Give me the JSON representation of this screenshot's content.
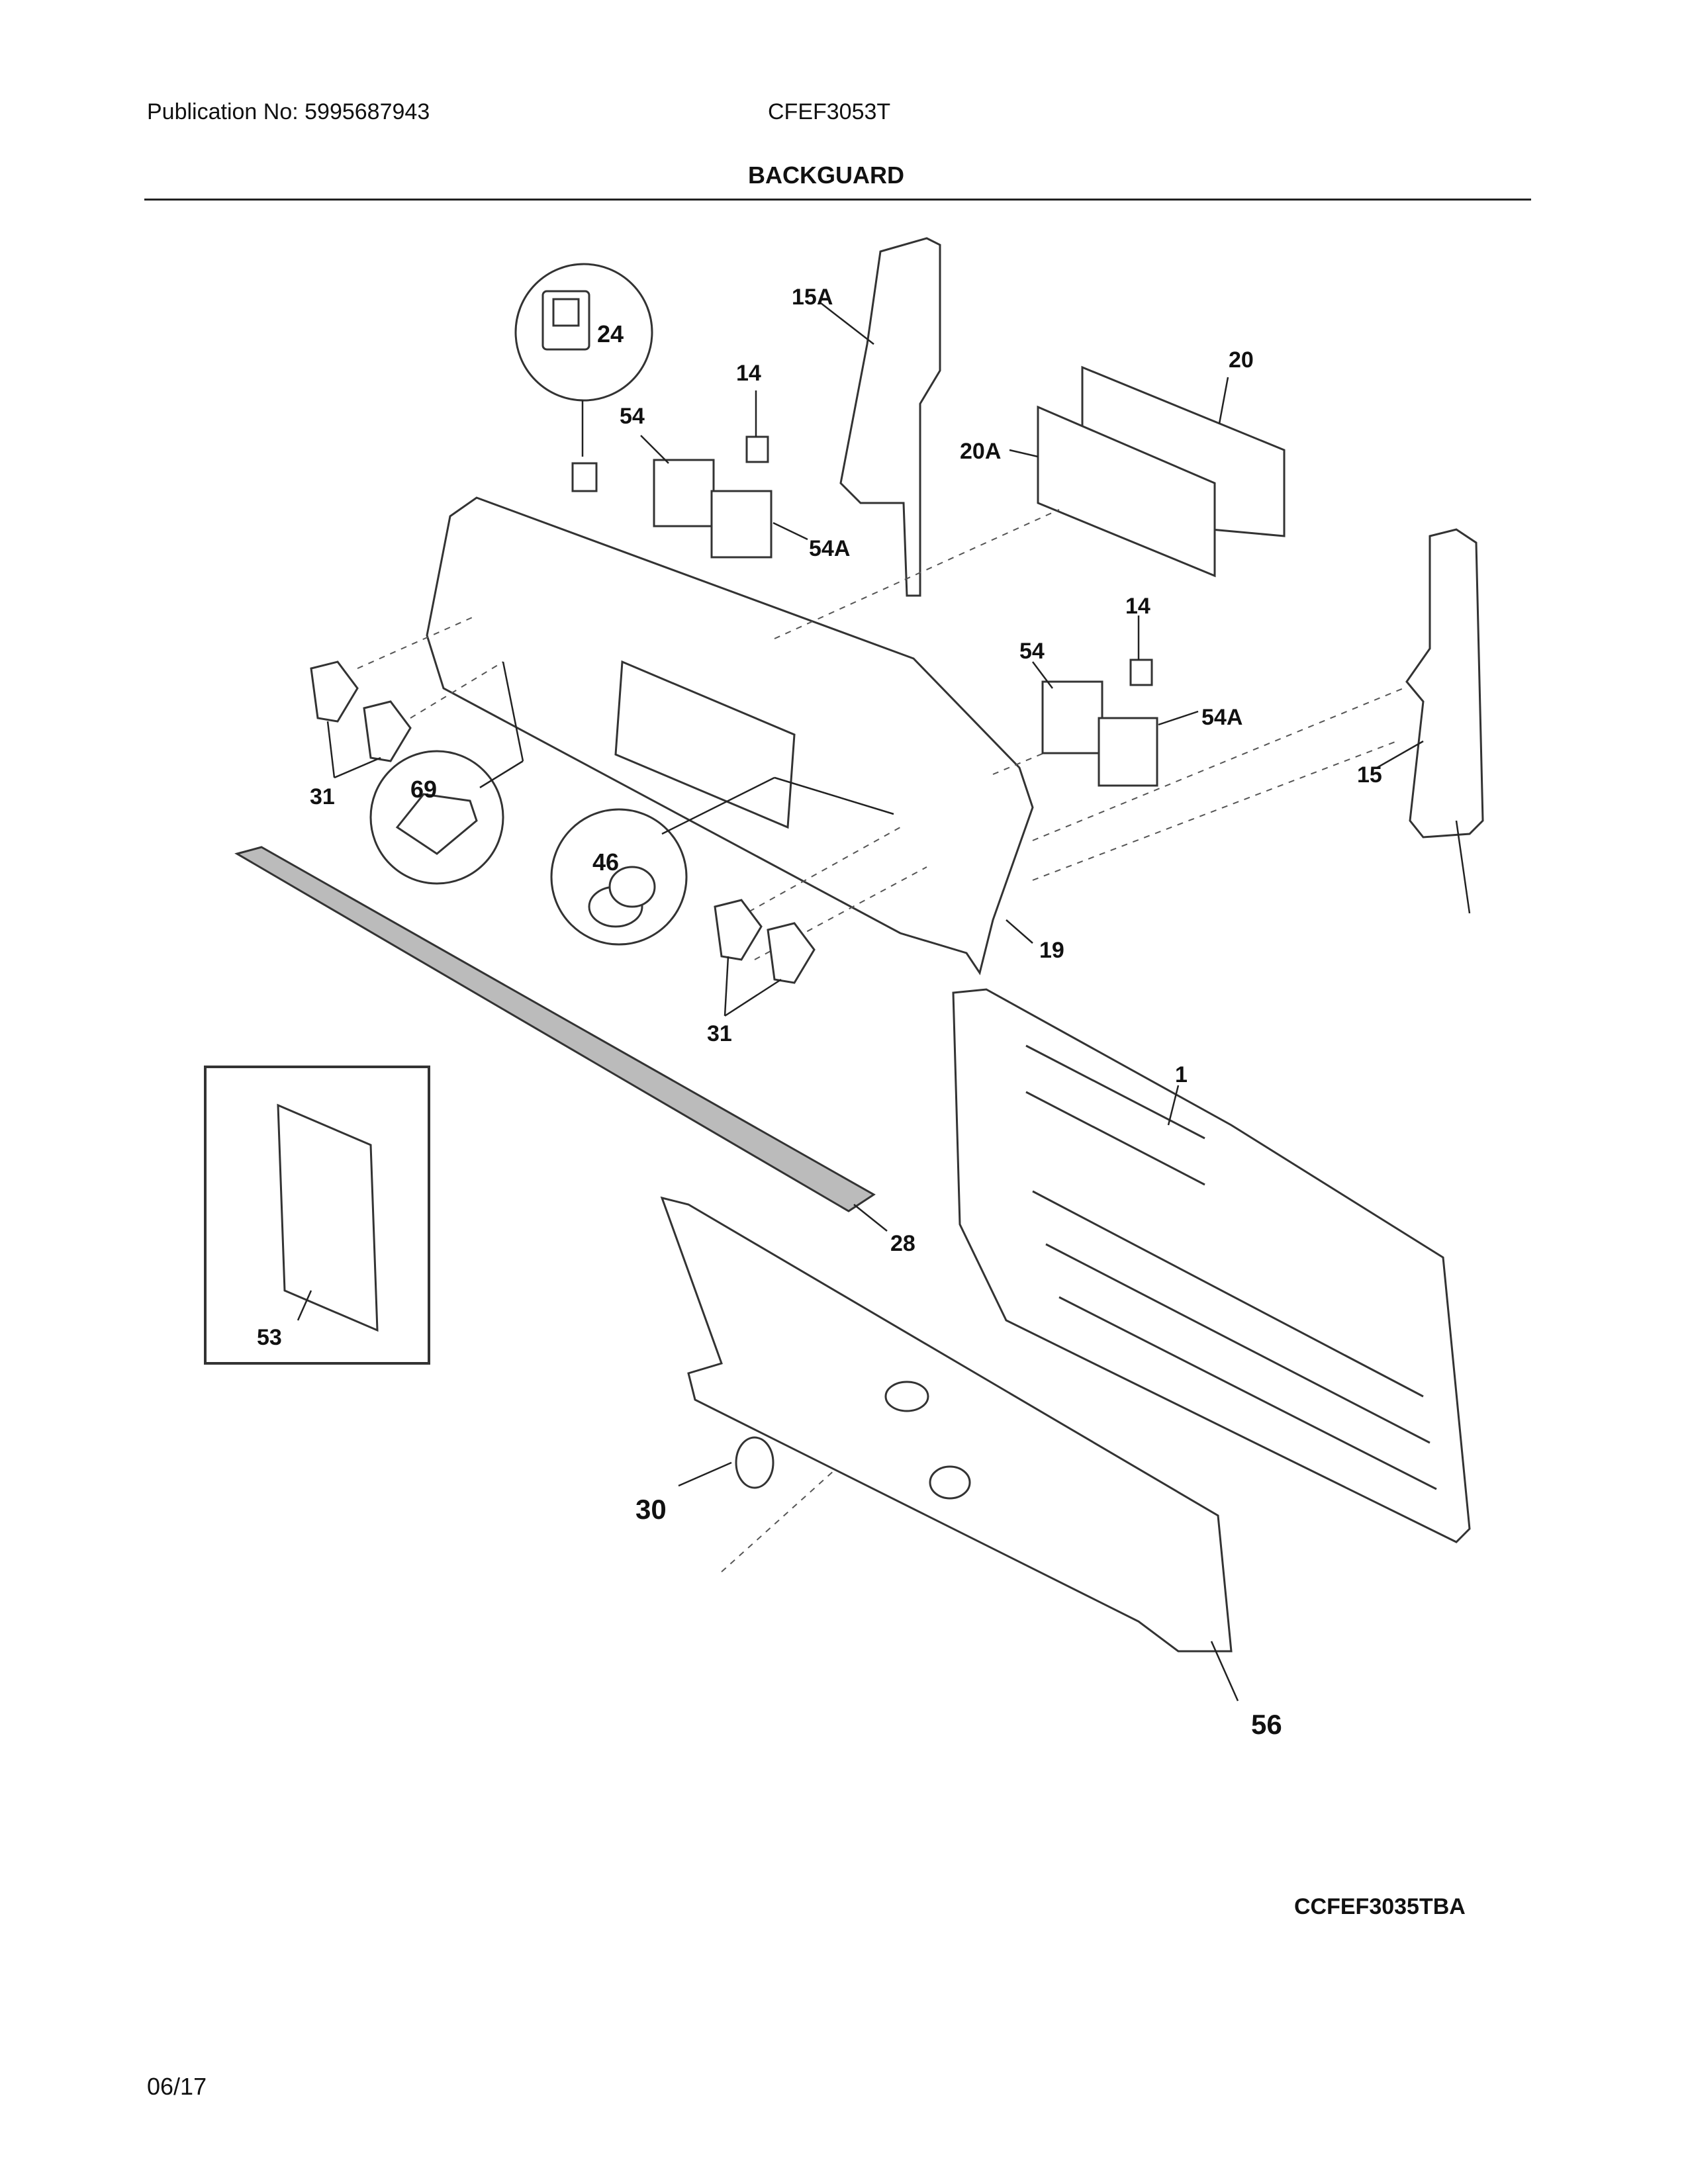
{
  "header": {
    "publication": "Publication No: 5995687943",
    "model": "CFEF3053T",
    "title": "BACKGUARD"
  },
  "footer": {
    "diagram_code": "CCFEF3035TBA",
    "date": "06/17"
  },
  "callouts": {
    "c24": "24",
    "c14a": "14",
    "c54a": "54",
    "c54Aa": "54A",
    "c15A": "15A",
    "c20": "20",
    "c20A": "20A",
    "c14b": "14",
    "c54b": "54",
    "c54Ab": "54A",
    "c15": "15",
    "c31a": "31",
    "c69": "69",
    "c46": "46",
    "c19": "19",
    "c31b": "31",
    "c1": "1",
    "c28": "28",
    "c53": "53",
    "c30": "30",
    "c56": "56"
  }
}
